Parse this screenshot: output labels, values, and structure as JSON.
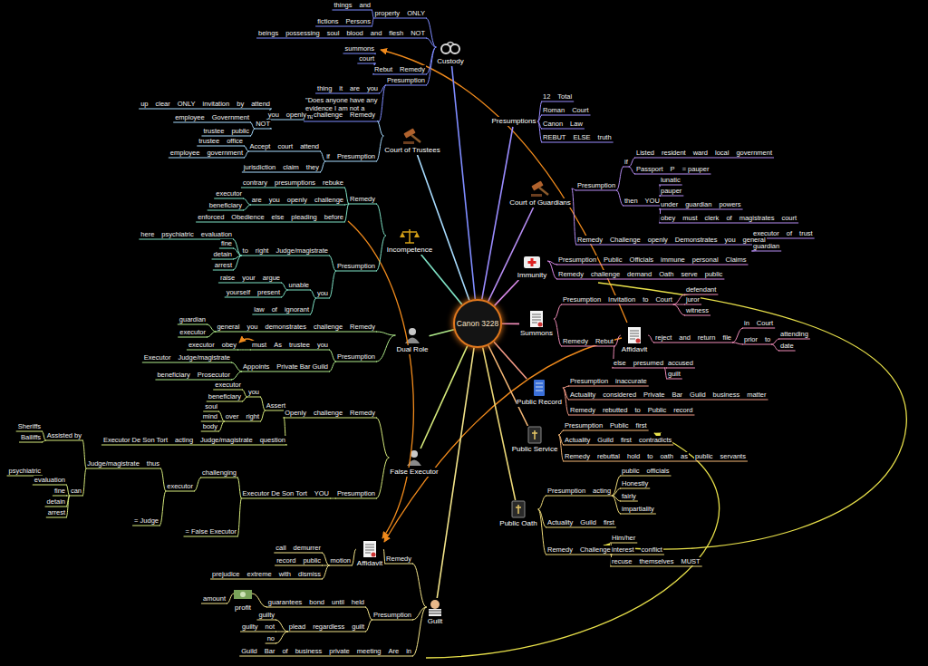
{
  "diagram": {
    "nodes": [
      {
        "text": [
          "Canon 3228"
        ]
      },
      {
        "text": [
          "Custody"
        ]
      },
      {
        "text": [
          "Presumptions"
        ]
      },
      {
        "text": [
          "Court of Trustees"
        ]
      },
      {
        "text": [
          "Court of Guardians"
        ]
      },
      {
        "text": [
          "Incompetence"
        ]
      },
      {
        "text": [
          "Immunity"
        ]
      },
      {
        "text": [
          "Summons"
        ]
      },
      {
        "text": [
          "Affidavit"
        ]
      },
      {
        "text": [
          "Dual Role"
        ]
      },
      {
        "text": [
          "Public Record"
        ]
      },
      {
        "text": [
          "False Executor"
        ]
      },
      {
        "text": [
          "Public Service"
        ]
      },
      {
        "text": [
          "Public Oath"
        ]
      },
      {
        "text": [
          "Guilt"
        ]
      },
      {
        "text": [
          "Affidavit"
        ]
      },
      {
        "text": [
          "profit"
        ]
      }
    ],
    "edges": [
      {
        "from": 0,
        "to": 1,
        "arrow": "none"
      },
      {
        "from": 0,
        "to": 2,
        "arrow": "none"
      },
      {
        "from": 0,
        "to": 3,
        "arrow": "none"
      },
      {
        "from": 0,
        "to": 4,
        "arrow": "none"
      },
      {
        "from": 0,
        "to": 5,
        "arrow": "none"
      },
      {
        "from": 0,
        "to": 6,
        "arrow": "none"
      },
      {
        "from": 0,
        "to": 7,
        "arrow": "none"
      },
      {
        "from": 0,
        "to": 9,
        "arrow": "none"
      },
      {
        "from": 0,
        "to": 10,
        "arrow": "none"
      },
      {
        "from": 0,
        "to": 11,
        "arrow": "none"
      },
      {
        "from": 0,
        "to": 12,
        "arrow": "none"
      },
      {
        "from": 0,
        "to": 13,
        "arrow": "none"
      },
      {
        "from": 0,
        "to": 14,
        "arrow": "none"
      }
    ],
    "labels": [
      "property",
      "ONLY",
      "things",
      "and",
      "fictions",
      "Persons",
      "beings",
      "possessing",
      "soul",
      "blood",
      "and",
      "flesh",
      "NOT",
      "Rebut",
      "Remedy",
      "summons",
      "court",
      "Presumption",
      "thing",
      "it",
      "are",
      "you",
      "\"Does anyone have any evidence I am not a man?\"",
      "you",
      "openly",
      "challenge",
      "Remedy",
      "up",
      "clear",
      "ONLY",
      "invitation",
      "by",
      "attend",
      "NOT",
      "employee",
      "Government",
      "trustee",
      "public",
      "if",
      "Presumption",
      "Accept",
      "court",
      "attend",
      "jurisdiction",
      "claim",
      "they",
      "trustee",
      "office",
      "employee",
      "government",
      "Remedy",
      "contrary",
      "presumptions",
      "rebuke",
      "are",
      "you",
      "openly",
      "challenge",
      "executor",
      "beneficiary",
      "enforced",
      "Obedience",
      "else",
      "pleading",
      "before",
      "Presumption",
      "to",
      "right",
      "Judge/magistrate",
      "here",
      "psychiatric",
      "evaluation",
      "fine",
      "detain",
      "arrest",
      "you",
      "unable",
      "raise",
      "your",
      "argue",
      "yourself",
      "present",
      "law",
      "of",
      "ignorant",
      "general",
      "you",
      "demonstrates",
      "challenge",
      "Remedy",
      "guardian",
      "executor",
      "Presumption",
      "must",
      "As",
      "trustee",
      "you",
      "executor",
      "obey",
      "Appoints",
      "Private Bar Guild",
      "Executor",
      "Judge/magistrate",
      "beneficiary",
      "Prosecutor",
      "Openly",
      "challenge",
      "Remedy",
      "Assert",
      "you",
      "executor",
      "beneficiary",
      "over",
      "right",
      "soul",
      "mind",
      "body",
      "Executor De Son Tort",
      "acting",
      "Judge/magistrate",
      "question",
      "Presumption",
      "Executor De Son Tort",
      "YOU",
      "challenging",
      "executor",
      "Judge/magistrate",
      "thus",
      "Assisted by",
      "Sheriffs",
      "Bailiffs",
      "can",
      "evaluation",
      "psychiatric",
      "fine",
      "detain",
      "arrest",
      "= Judge",
      "= False Executor",
      "Remedy",
      "motion",
      "call",
      "demurrer",
      "record",
      "public",
      "prejudice",
      "extreme",
      "with",
      "dismiss",
      "Presumption",
      "guarantees",
      "bond",
      "until",
      "held",
      "amount",
      "plead",
      "regardless",
      "guilt",
      "guilty",
      "guilty",
      "not",
      "no",
      "Guild",
      "Bar",
      "of",
      "business",
      "private",
      "meeting",
      "Are",
      "in",
      "12",
      "Total",
      "Roman",
      "Court",
      "Canon",
      "Law",
      "REBUT",
      "ELSE",
      "truth",
      "Presumption",
      "if",
      "Listed",
      "resident",
      "ward",
      "local",
      "government",
      "Passport",
      "P",
      "= pauper",
      "then",
      "YOU",
      "lunatic",
      "pauper",
      "under",
      "guardian",
      "powers",
      "obey",
      "must",
      "clerk",
      "of",
      "magistrates",
      "court",
      "Remedy",
      "Challenge",
      "openly",
      "Demonstrates",
      "you",
      "general",
      "executor",
      "of",
      "trust",
      "guardian",
      "Presumption",
      "Public",
      "Officials",
      "immune",
      "personal",
      "Claims",
      "Remedy",
      "challenge",
      "demand",
      "Oath",
      "serve",
      "public",
      "Presumption",
      "Invitation",
      "to",
      "Court",
      "defendant",
      "juror",
      "witness",
      "Remedy",
      "Rebut",
      "reject",
      "and",
      "return",
      "file",
      "in",
      "Court",
      "prior",
      "to",
      "attending",
      "date",
      "else",
      "presumed",
      "accused",
      "guilt",
      "Presumption",
      "inaccurate",
      "Actuality",
      "considered",
      "Private",
      "Bar",
      "Guild",
      "business",
      "matter",
      "Remedy",
      "rebutted",
      "to",
      "Public",
      "record",
      "Presumption",
      "Public",
      "first",
      "Actuality",
      "Guild",
      "first",
      "contradicts",
      "Remedy",
      "rebuttal",
      "hold",
      "to",
      "oath",
      "as",
      "public",
      "servants",
      "Presumption",
      "acting",
      "public",
      "officials",
      "Honestly",
      "fairly",
      "impartiality",
      "Actuality",
      "Guild",
      "first",
      "Remedy",
      "Challenge",
      "Him/her",
      "interest",
      "conflict",
      "recuse",
      "themselves",
      "MUST"
    ]
  }
}
